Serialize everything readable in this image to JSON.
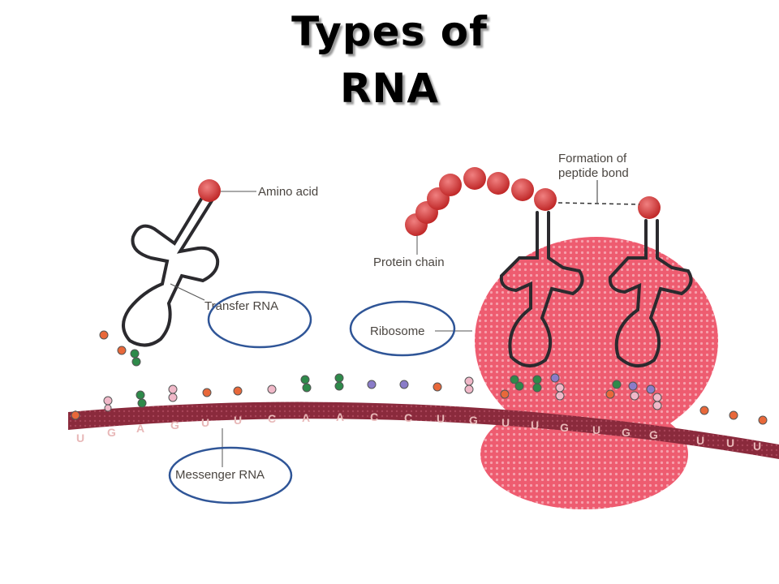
{
  "title": {
    "line1": "Types of",
    "line2": "RNA"
  },
  "labels": {
    "amino_acid": "Amino acid",
    "transfer_rna": "Transfer RNA",
    "protein_chain": "Protein chain",
    "formation_line1": "Formation of",
    "formation_line2": "peptide bond",
    "ribosome": "Ribosome",
    "messenger_rna": "Messenger RNA"
  },
  "mrna_sequence": [
    "U",
    "G",
    "A",
    "G",
    "U",
    "U",
    "C",
    "A",
    "A",
    "C",
    "C",
    "U",
    "G",
    "U",
    "U",
    "G",
    "U",
    "G",
    "G",
    "U",
    "U",
    "U"
  ],
  "colors": {
    "ribosome": "#e8566a",
    "mrna": "#8a2a3c",
    "amino_acid": "#d23a3a",
    "trna_outline": "#2b2a2e",
    "highlight_circle": "#2f5597",
    "base_orange": "#e8683a",
    "base_pink": "#f0b8c8",
    "base_green": "#2e8a4a",
    "base_purple": "#8a7cc8"
  }
}
